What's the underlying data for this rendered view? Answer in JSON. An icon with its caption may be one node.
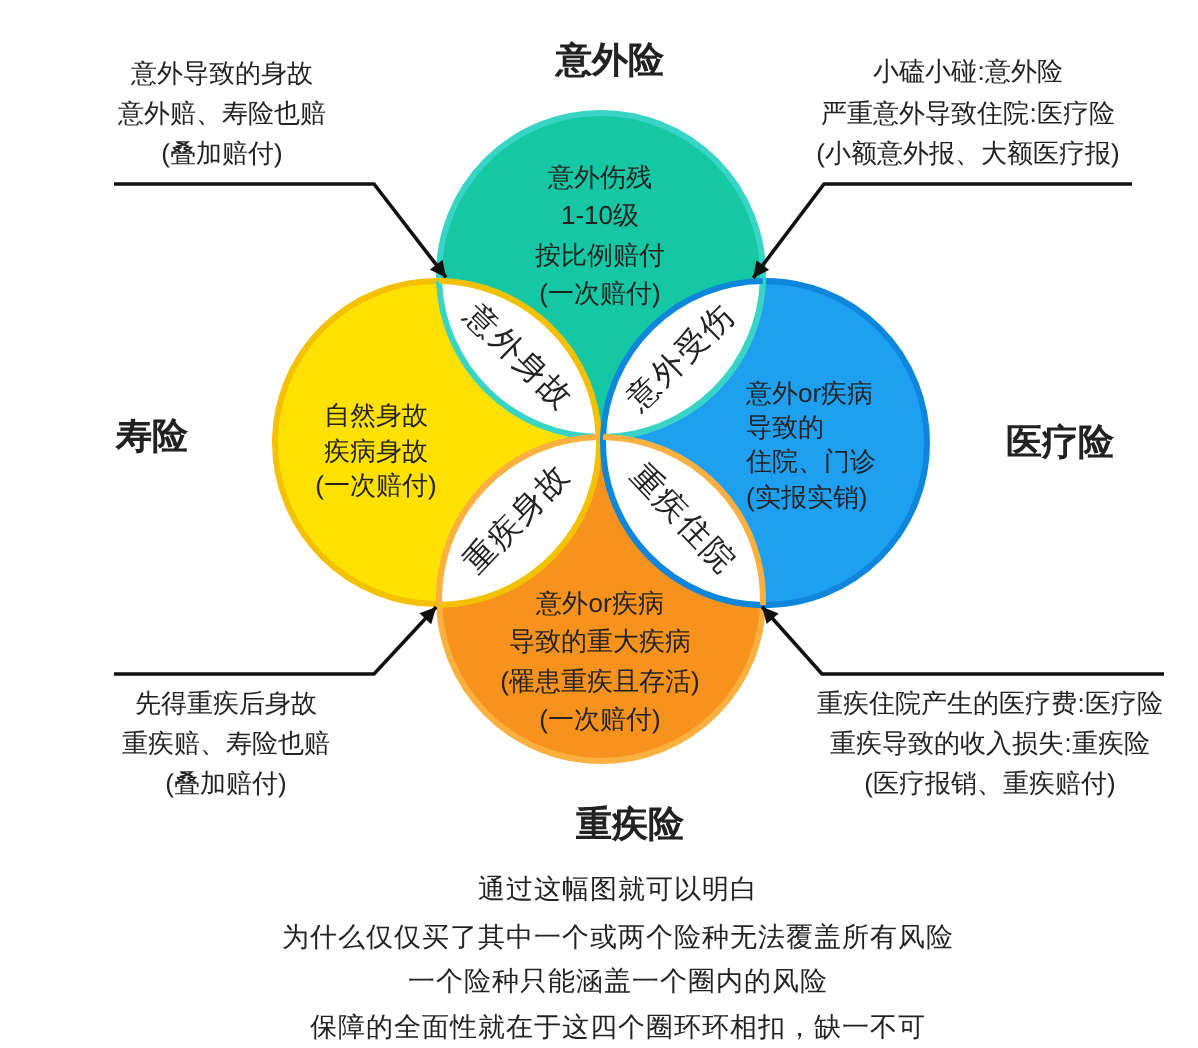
{
  "diagram": {
    "nodes": [
      {
        "text": [
          "意外险",
          "意外伤残",
          "1-10级",
          "按比例赔付",
          "(一次赔付)"
        ]
      },
      {
        "text": [
          "意外导致的身故",
          "意外赔、寿险也赔",
          "(叠加赔付)"
        ]
      },
      {
        "text": [
          "小磕小碰:意外险",
          "严重意外导致住院:医疗险",
          "(小额意外报、大额医疗报)"
        ]
      },
      {
        "text": [
          "寿险",
          "自然身故",
          "疾病身故",
          "(一次赔付)"
        ]
      },
      {
        "text": [
          "意外身故"
        ]
      },
      {
        "text": [
          "意外受伤"
        ]
      },
      {
        "text": [
          "医疗险",
          "意外or疾病",
          "导致的",
          "住院、门诊",
          "(实报实销)"
        ]
      },
      {
        "text": [
          "重疾身故"
        ]
      },
      {
        "text": [
          "重疾住院"
        ]
      },
      {
        "text": [
          "意外or疾病",
          "导致的重大疾病",
          "(罹患重疾且存活)",
          "(一次赔付)",
          "重疾险"
        ]
      },
      {
        "text": [
          "先得重疾后身故",
          "重疾赔、寿险也赔",
          "(叠加赔付)"
        ]
      },
      {
        "text": [
          "重疾住院产生的医疗费:医疗险",
          "重疾导致的收入损失:重疾险",
          "(医疗报销、重疾赔付)"
        ]
      }
    ],
    "edges": [
      {
        "from": 1,
        "to": 4,
        "arrow": "to"
      },
      {
        "from": 2,
        "to": 5,
        "arrow": "to"
      },
      {
        "from": 10,
        "to": 7,
        "arrow": "to"
      },
      {
        "from": 11,
        "to": 8,
        "arrow": "to"
      }
    ],
    "labels": [
      "通过这幅图就可以明白",
      "为什么仅仅买了其中一个或两个险种无法覆盖所有风险",
      "一个险种只能涵盖一个圈内的风险",
      "保障的全面性就在于这四个圈环环相扣，缺一不可"
    ]
  }
}
